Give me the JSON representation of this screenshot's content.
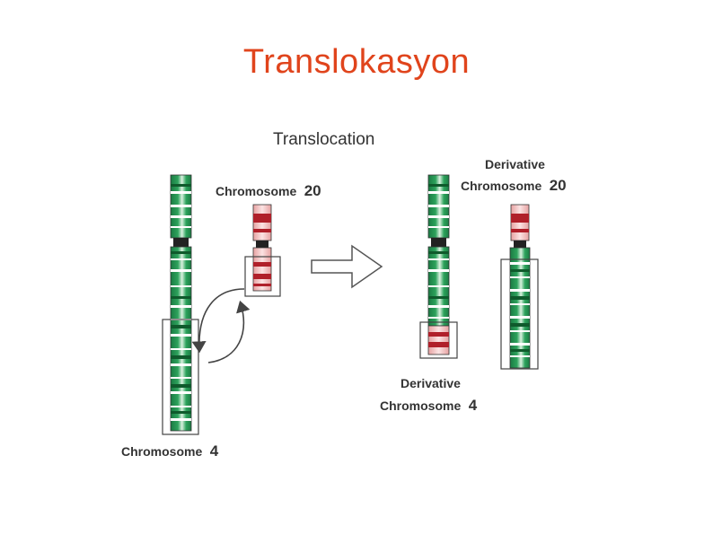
{
  "slide": {
    "title": "Translokasyon"
  },
  "diagram": {
    "heading": "Translocation",
    "labels": {
      "chr20_word": "Chromosome",
      "chr20_num": "20",
      "chr4_word": "Chromosome",
      "chr4_num": "4",
      "der20_line1": "Derivative",
      "der20_word": "Chromosome",
      "der20_num": "20",
      "der4_line1": "Derivative",
      "der4_word": "Chromosome",
      "der4_num": "4"
    },
    "colors": {
      "chr4_green": "#1f8a4c",
      "chr4_light": "#cfe9d6",
      "chr20_red": "#b0202a",
      "chr20_light": "#f3c3c3",
      "arrow": "#444444",
      "title": "#e0441c"
    }
  }
}
